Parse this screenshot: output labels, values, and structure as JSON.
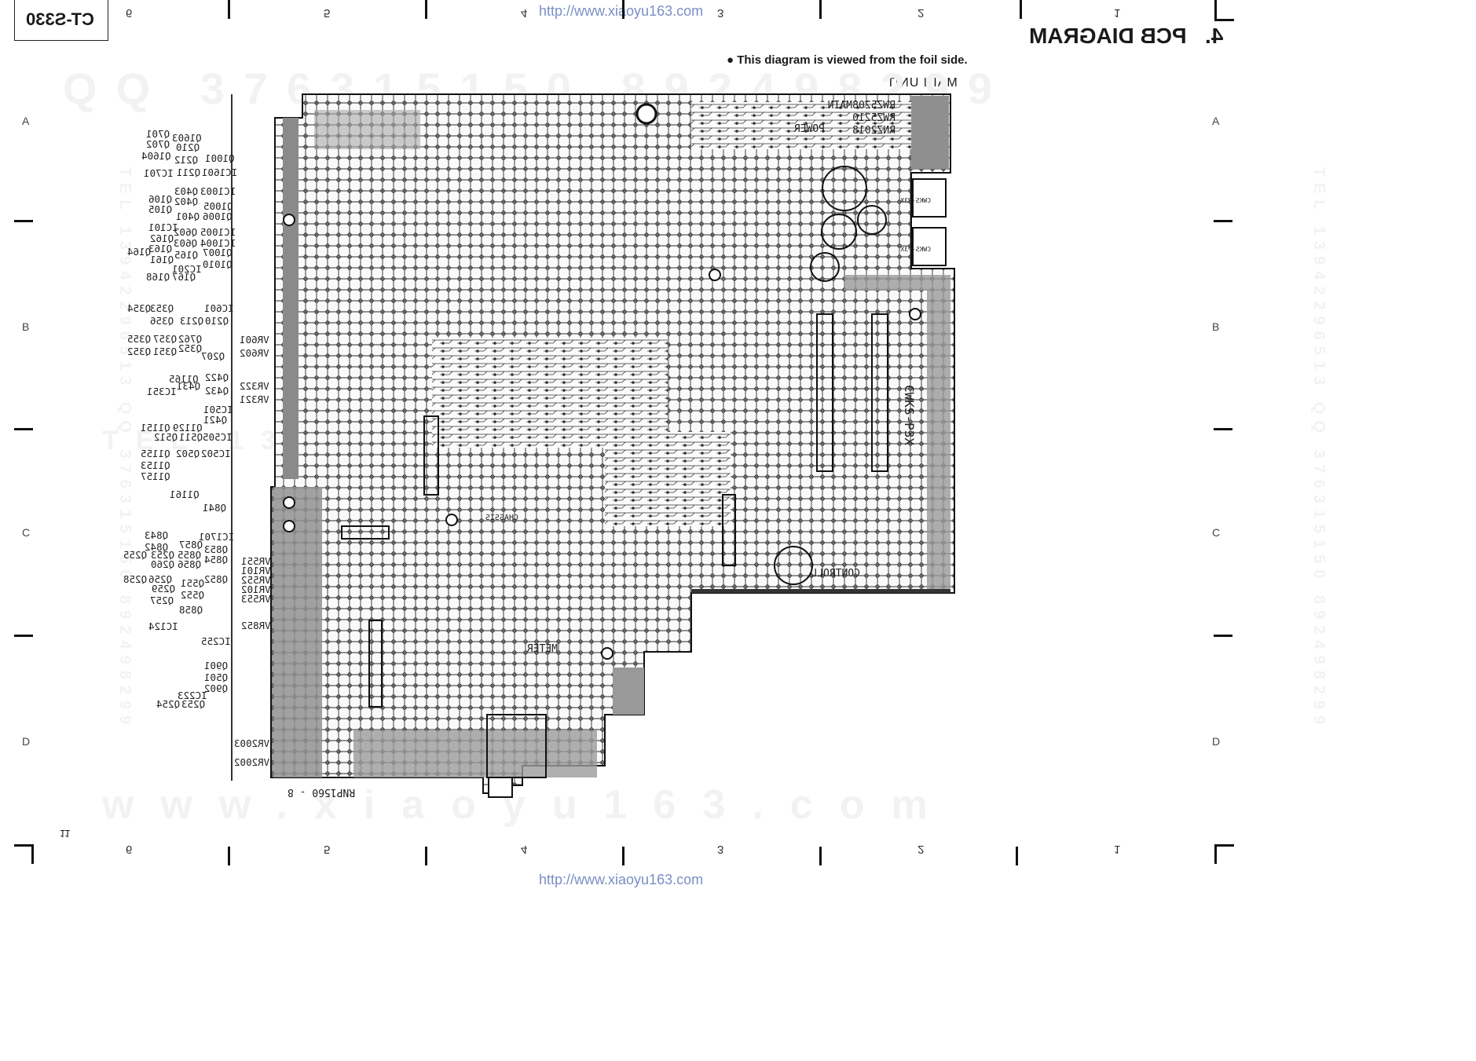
{
  "model_tag": "CT-S330",
  "section_title": "4.   PCB DIAGRAM",
  "note": "This diagram is viewed from the foil side.",
  "unit_label": "MAIN UNIT",
  "pcb_code": "RNP1560 - 8",
  "page_number": "11",
  "url": "http://www.xiaoyu163.com",
  "watermarks": {
    "top": "QQ 376315150  892498299",
    "middle": "TEL 13942296513  892498299",
    "bottom": "www.xiaoyu163.com",
    "left_side": "TEL 13942296513 QQ 376315150 892498299",
    "right_side": "TEL 13942296513 QQ 376315150 892498299"
  },
  "columns": [
    "6",
    "5",
    "4",
    "3",
    "2",
    "1"
  ],
  "rows": [
    "A",
    "B",
    "C",
    "D"
  ],
  "board_labels": {
    "part_numbers": [
      "RWZ5208",
      "RWZ5210",
      "RNZ2018"
    ],
    "main": "MAIN",
    "power": "POWER",
    "control": "CONTROLL",
    "xsk": "CWKS-P3X",
    "cwks1": "CWKS-P3X",
    "cwks2": "CWKS-P3X",
    "meter": "METER",
    "chassis": "CHASSIS"
  },
  "refs": [
    {
      "t": "Q701"
    },
    {
      "t": "Q702"
    },
    {
      "t": "Q1603"
    },
    {
      "t": "Q210"
    },
    {
      "t": "Q1604"
    },
    {
      "t": "Q212"
    },
    {
      "t": "Q1001"
    },
    {
      "t": "IC701"
    },
    {
      "t": "Q211"
    },
    {
      "t": "IC1601"
    },
    {
      "t": "IC1003"
    },
    {
      "t": "Q403"
    },
    {
      "t": "Q106"
    },
    {
      "t": "Q402"
    },
    {
      "t": "Q105"
    },
    {
      "t": "Q1005"
    },
    {
      "t": "Q1006"
    },
    {
      "t": "Q401"
    },
    {
      "t": "IC101"
    },
    {
      "t": "IC1005"
    },
    {
      "t": "Q602"
    },
    {
      "t": "Q162"
    },
    {
      "t": "IC1004"
    },
    {
      "t": "Q603"
    },
    {
      "t": "Q164"
    },
    {
      "t": "Q163"
    },
    {
      "t": "Q165"
    },
    {
      "t": "Q1007"
    },
    {
      "t": "Q161"
    },
    {
      "t": "Q1010"
    },
    {
      "t": "IC201"
    },
    {
      "t": "Q168"
    },
    {
      "t": "Q167"
    },
    {
      "t": "Q354"
    },
    {
      "t": "Q353"
    },
    {
      "t": "IC601"
    },
    {
      "t": "Q213"
    },
    {
      "t": "Q356"
    },
    {
      "t": "Q210"
    },
    {
      "t": "Q355"
    },
    {
      "t": "Q357"
    },
    {
      "t": "Q762"
    },
    {
      "t": "VR601"
    },
    {
      "t": "Q352"
    },
    {
      "t": "Q351"
    },
    {
      "t": "Q352"
    },
    {
      "t": "VR602"
    },
    {
      "t": "Q207"
    },
    {
      "t": "Q1165"
    },
    {
      "t": "Q422"
    },
    {
      "t": "Q431"
    },
    {
      "t": "IC351"
    },
    {
      "t": "Q432"
    },
    {
      "t": "VR322"
    },
    {
      "t": "VR321"
    },
    {
      "t": "IC501"
    },
    {
      "t": "Q421"
    },
    {
      "t": "Q1151"
    },
    {
      "t": "Q1129"
    },
    {
      "t": "Q512"
    },
    {
      "t": "Q511"
    },
    {
      "t": "IC505"
    },
    {
      "t": "Q1155"
    },
    {
      "t": "Q502"
    },
    {
      "t": "IC502"
    },
    {
      "t": "Q1153"
    },
    {
      "t": "Q1157"
    },
    {
      "t": "Q1161"
    },
    {
      "t": "Q841"
    },
    {
      "t": "Q843"
    },
    {
      "t": "IC1701"
    },
    {
      "t": "Q842"
    },
    {
      "t": "Q857"
    },
    {
      "t": "Q853"
    },
    {
      "t": "Q255"
    },
    {
      "t": "Q253"
    },
    {
      "t": "Q855"
    },
    {
      "t": "Q854"
    },
    {
      "t": "Q260"
    },
    {
      "t": "Q856"
    },
    {
      "t": "VR551"
    },
    {
      "t": "VR101"
    },
    {
      "t": "Q258"
    },
    {
      "t": "Q256"
    },
    {
      "t": "Q551"
    },
    {
      "t": "Q852"
    },
    {
      "t": "VR552"
    },
    {
      "t": "Q259"
    },
    {
      "t": "VR102"
    },
    {
      "t": "Q552"
    },
    {
      "t": "VR553"
    },
    {
      "t": "Q257"
    },
    {
      "t": "Q858"
    },
    {
      "t": "IC124"
    },
    {
      "t": "VR852"
    },
    {
      "t": "IC255"
    },
    {
      "t": "Q901"
    },
    {
      "t": "Q501"
    },
    {
      "t": "Q902"
    },
    {
      "t": "IC223"
    },
    {
      "t": "Q254"
    },
    {
      "t": "Q253"
    },
    {
      "t": "VR2003"
    },
    {
      "t": "VR2002"
    }
  ]
}
